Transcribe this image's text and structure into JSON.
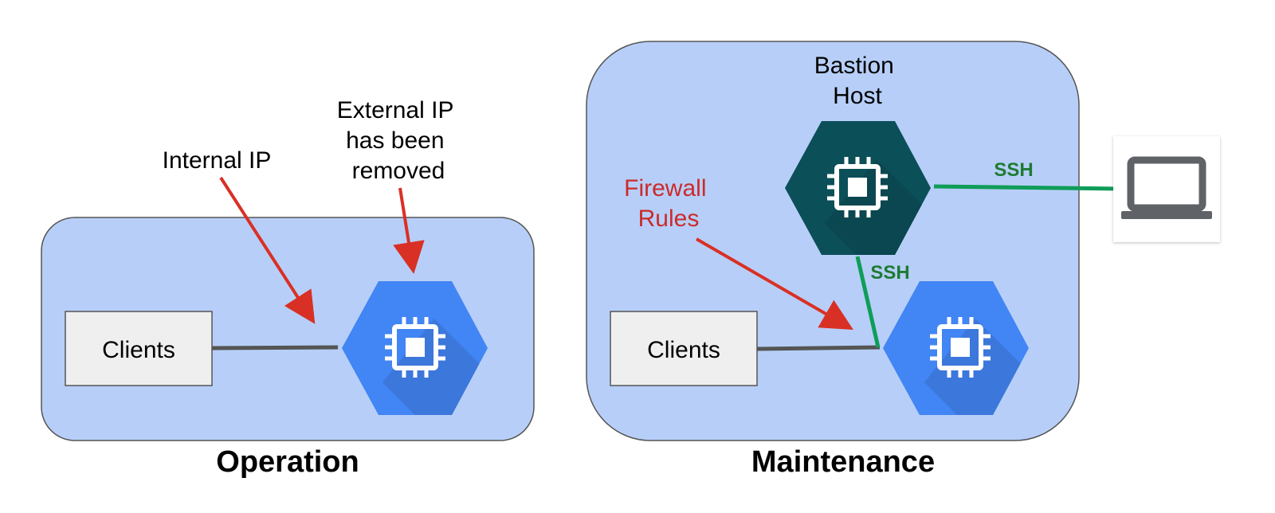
{
  "colors": {
    "panel_fill": "#b7cff8",
    "panel_stroke": "#555555",
    "vm_blue": "#4285f4",
    "vm_blue_shadow": "#3b74d6",
    "bastion_teal": "#0b4f59",
    "bastion_shadow": "#0a464f",
    "ssh_green": "#0f9d58",
    "ssh_text": "#1e7b34",
    "arrow_red": "#d93025",
    "firewall_text": "#cc2a2a",
    "client_fill": "#efefef",
    "link_gray": "#555555",
    "laptop_gray": "#5f6368"
  },
  "operation": {
    "title": "Operation",
    "clients_label": "Clients",
    "internal_ip_label": "Internal IP",
    "external_ip_lines": [
      "External IP",
      "has been",
      "removed"
    ],
    "vm_icon": "compute-chip-icon"
  },
  "maintenance": {
    "title": "Maintenance",
    "clients_label": "Clients",
    "bastion_lines": [
      "Bastion",
      "Host"
    ],
    "firewall_lines": [
      "Firewall",
      "Rules"
    ],
    "ssh_top": "SSH",
    "ssh_bottom": "SSH",
    "vm_icon": "compute-chip-icon",
    "laptop_icon": "laptop-icon"
  }
}
